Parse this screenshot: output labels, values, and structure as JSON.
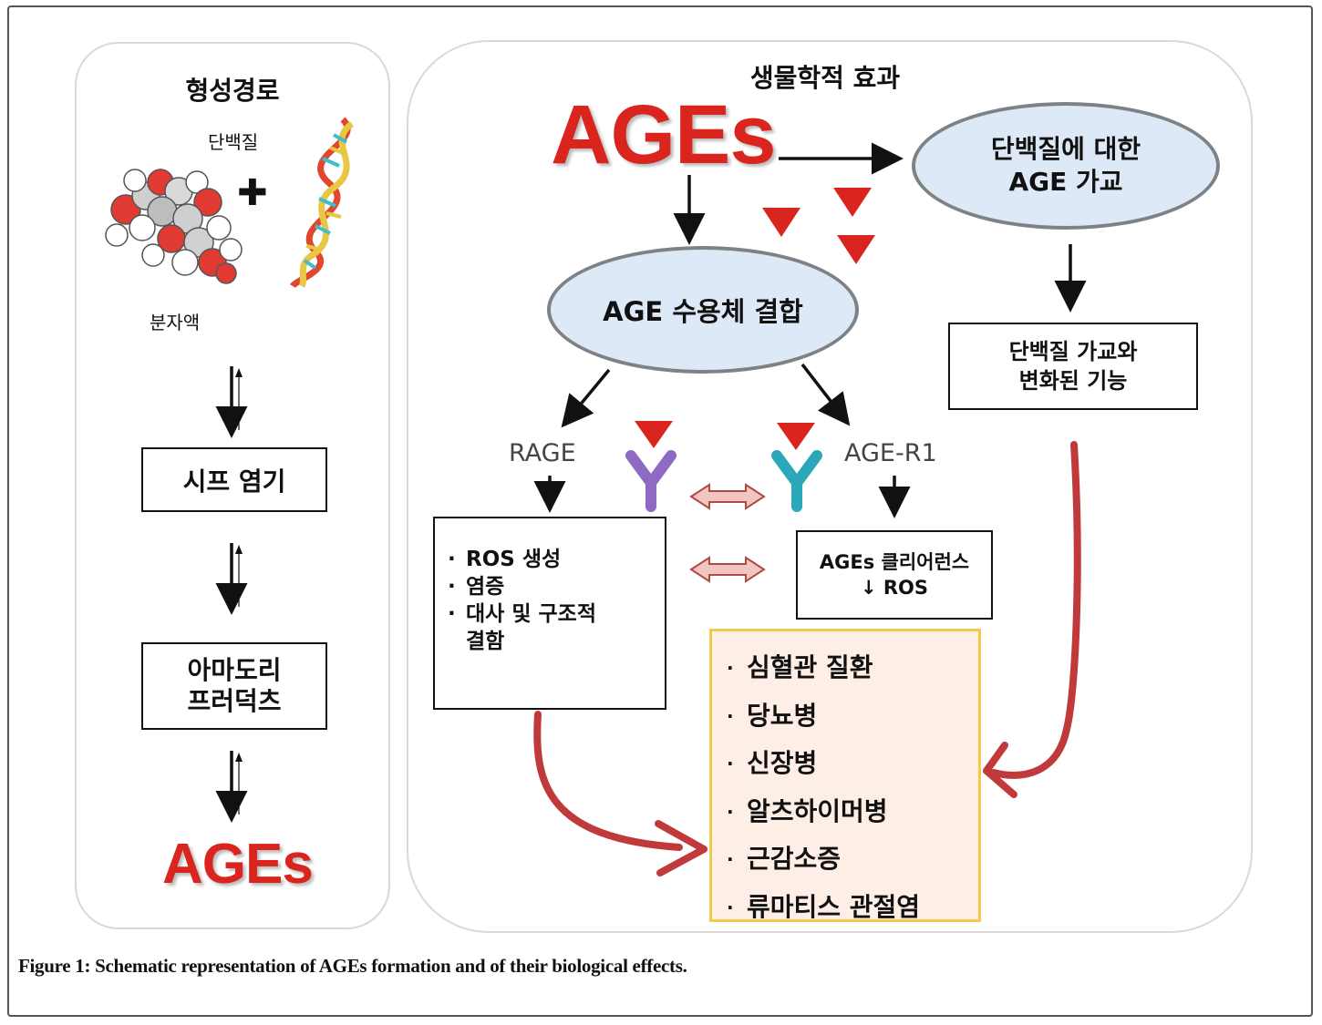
{
  "left_panel": {
    "title": "형성경로",
    "protein_label": "단백질",
    "molecule_label": "분자액",
    "schiff_base": "시프 염기",
    "amadori_products": "아마도리\n프러덕츠",
    "ages_logo": "AGEs"
  },
  "right_panel": {
    "title": "생물학적 효과",
    "ages_logo": "AGEs",
    "crosslink_ellipse": "단백질에 대한\nAGE 가교",
    "receptor_ellipse": "AGE 수용체 결합",
    "crosslink_box": "단백질 가교와\n변화된 기능",
    "rage_label": "RAGE",
    "ager1_label": "AGE-R1",
    "rage_effects": [
      "ROS 생성",
      "염증",
      "대사 및 구조적\n결함"
    ],
    "ager1_effects": "AGEs 클리어런스\n↓ ROS",
    "diseases": [
      "심혈관 질환",
      "당뇨병",
      "신장병",
      "알츠하이머병",
      "근감소증",
      "류마티스 관절염"
    ]
  },
  "caption": "Figure 1: Schematic representation of AGEs formation and of their biological effects.",
  "colors": {
    "ages_red": "#d9251d",
    "ellipse_fill": "#dde9f6",
    "disease_fill": "#fdeee6",
    "disease_border": "#f4c84a",
    "curve_red": "#c0393b",
    "receptor_purple": "#8e6ac4",
    "receptor_teal": "#2aa7b8"
  }
}
